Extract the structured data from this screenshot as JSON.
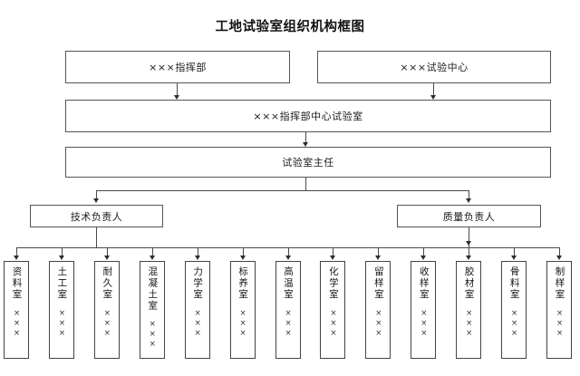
{
  "title": "工地试验室组织机构框图",
  "levels": {
    "top": [
      {
        "label": "×××指挥部"
      },
      {
        "label": "×××试验中心"
      }
    ],
    "center_lab": {
      "label": "×××指挥部中心试验室"
    },
    "director": {
      "label": "试验室主任"
    },
    "managers": [
      {
        "label": "技术负责人"
      },
      {
        "label": "质量负责人"
      }
    ]
  },
  "rooms": [
    {
      "label": "资料室",
      "code": "×××"
    },
    {
      "label": "土工室",
      "code": "×××"
    },
    {
      "label": "耐久室",
      "code": "×××"
    },
    {
      "label": "混凝土室",
      "code": "×××"
    },
    {
      "label": "力学室",
      "code": "×××"
    },
    {
      "label": "标养室",
      "code": "×××"
    },
    {
      "label": "高温室",
      "code": "×××"
    },
    {
      "label": "化学室",
      "code": "×××"
    },
    {
      "label": "留样室",
      "code": "×××"
    },
    {
      "label": "收样室",
      "code": "×××"
    },
    {
      "label": "胶材室",
      "code": "×××"
    },
    {
      "label": "骨料室",
      "code": "×××"
    },
    {
      "label": "制样室",
      "code": "×××"
    }
  ],
  "colors": {
    "background": "#ffffff",
    "box_border": "#555555",
    "line": "#4a4a4a",
    "text": "#1a1a1a"
  }
}
